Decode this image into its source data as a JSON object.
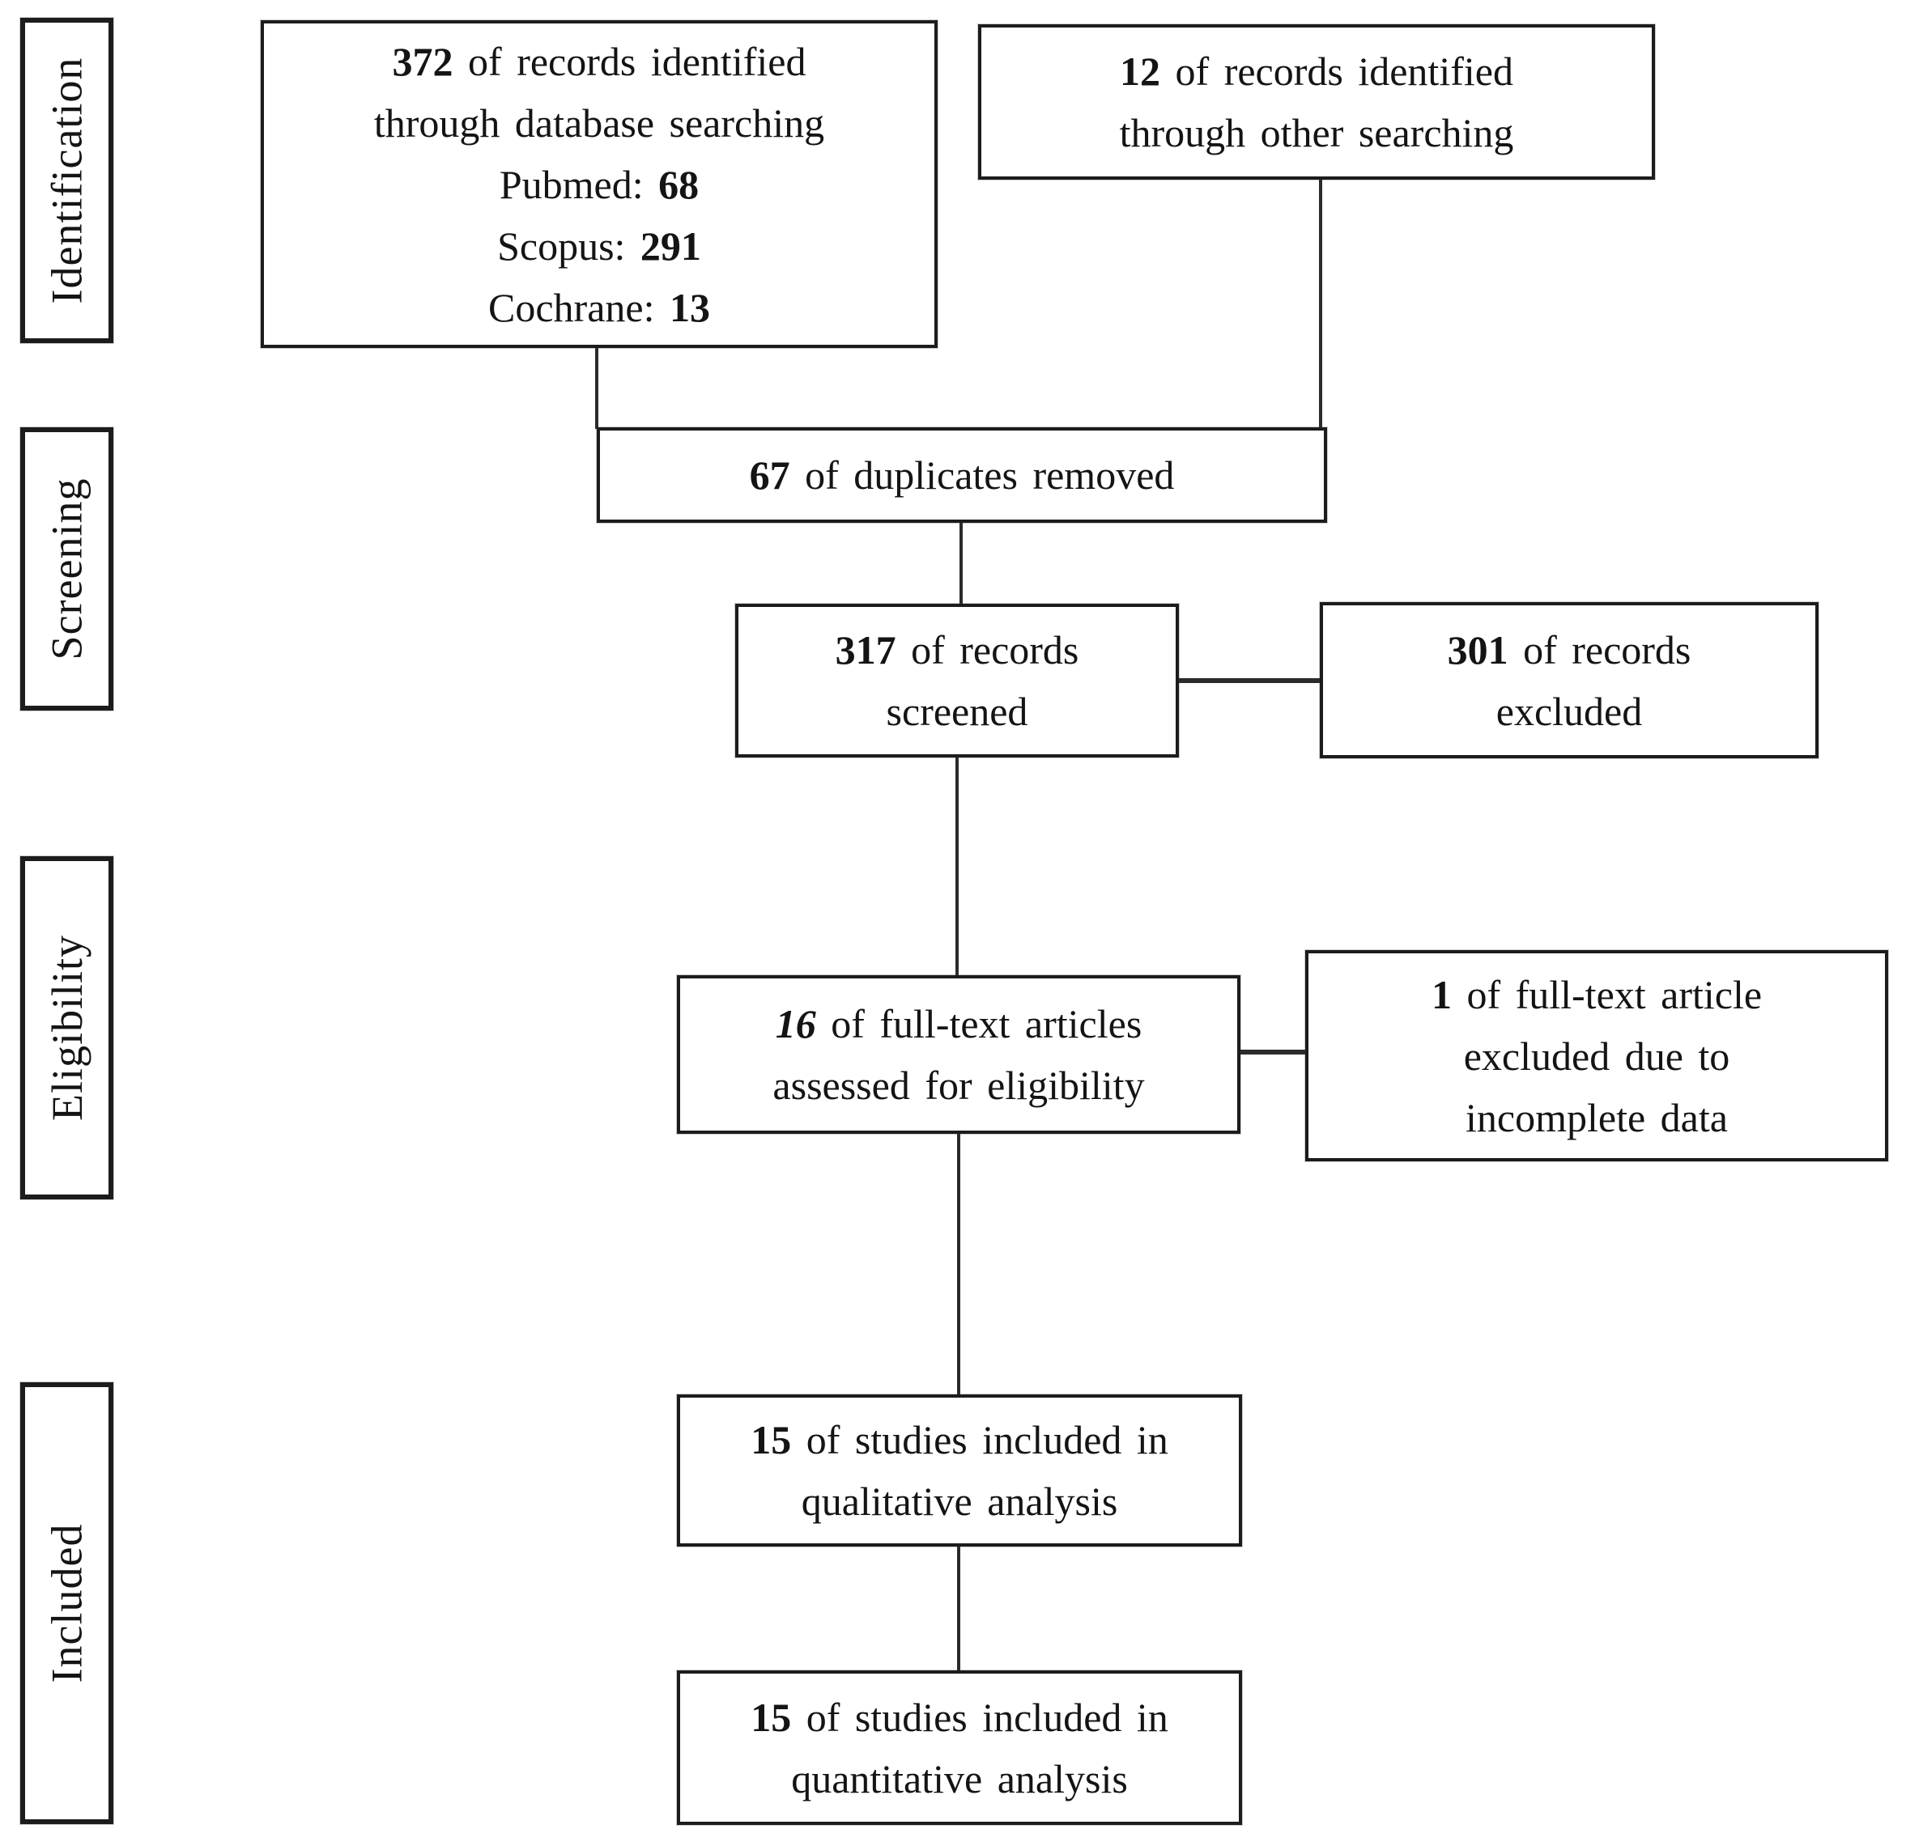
{
  "stages": [
    {
      "label": "Identification"
    },
    {
      "label": "Screening"
    },
    {
      "label": "Eligibility"
    },
    {
      "label": "Included"
    }
  ],
  "boxes": {
    "database_search": {
      "count": "372",
      "rest": "of records identified",
      "line2": "through database searching",
      "sources": [
        {
          "name": "Pubmed:",
          "value": "68"
        },
        {
          "name": "Scopus:",
          "value": "291"
        },
        {
          "name": "Cochrane:",
          "value": "13"
        }
      ]
    },
    "other_search": {
      "count": "12",
      "rest": "of records identified",
      "line2": "through other searching"
    },
    "duplicates_removed": {
      "count": "67",
      "rest": "of duplicates removed"
    },
    "records_screened": {
      "count": "317",
      "rest": "of records",
      "line2": "screened"
    },
    "records_excluded": {
      "count": "301",
      "rest": "of records",
      "line2": "excluded"
    },
    "fulltext_assessed": {
      "count": "16",
      "rest": "of full-text articles",
      "line2": "assessed for eligibility"
    },
    "fulltext_excluded": {
      "count": "1",
      "rest": "of full-text article",
      "line2": "excluded due to",
      "line3": "incomplete data"
    },
    "qualitative_included": {
      "count": "15",
      "rest": "of studies included in",
      "line2": "qualitative analysis"
    },
    "quantitative_included": {
      "count": "15",
      "rest": "of studies included in",
      "line2": "quantitative analysis"
    }
  },
  "colors": {
    "ink": "#1c1c1c",
    "background": "#ffffff"
  }
}
